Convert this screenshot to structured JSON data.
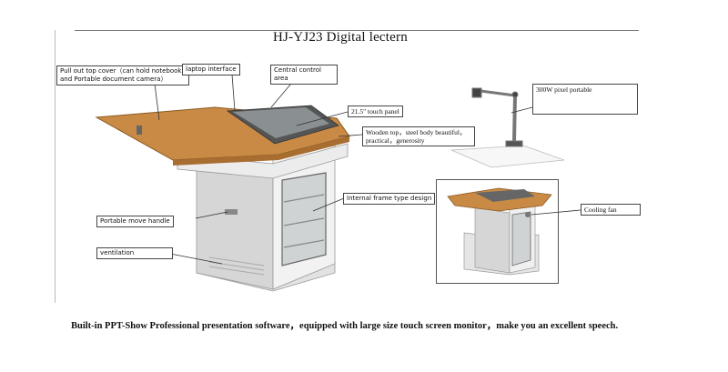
{
  "title": "HJ-YJ23 Digital lectern",
  "labels": {
    "pull_out_top": "Pull out top cover（can hold notebook and Portable document camera）",
    "laptop_interface": "laptop interface",
    "central_control": "Central control area",
    "touch_panel": "21.5\" touch panel",
    "wooden_top": "Wooden top，steel body beautiful，practical，generosity",
    "camera": "300W pixel portable",
    "internal_frame": "Internal frame type design",
    "move_handle": "Portable move handle",
    "ventilation": "ventilation",
    "cooling_fan": "Cooling fan"
  },
  "caption": "Built-in PPT-Show Professional presentation software，equipped with large size touch screen monitor，make you an excellent speech."
}
